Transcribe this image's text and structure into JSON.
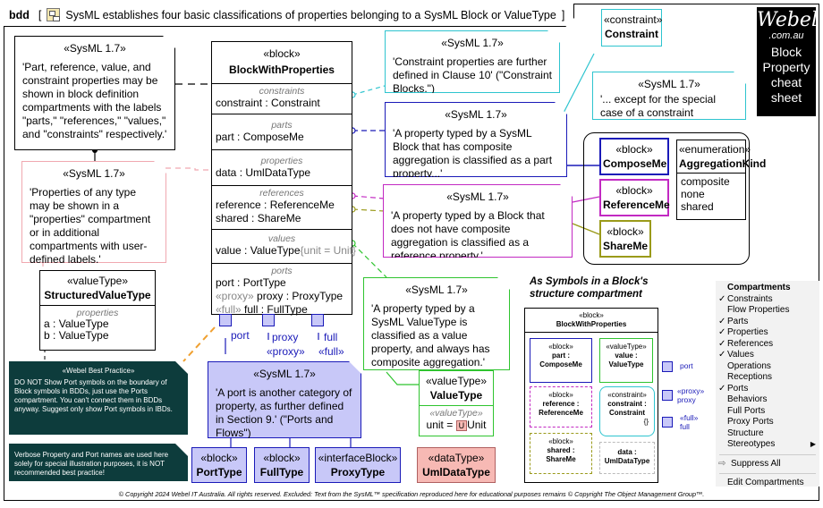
{
  "frame": {
    "kind": "bdd",
    "title": "SysML establishes four basic classifications of properties belonging to a SysML Block or ValueType"
  },
  "webel": {
    "logo": "Webel",
    "domain": ".com.au",
    "title_lines": [
      "Block",
      "Property",
      "cheat",
      "sheet"
    ]
  },
  "notes": {
    "n1": {
      "hdr": "«SysML 1.7»",
      "text": "'Part, reference, value, and constraint properties may be shown in block definition compartments with the labels \"parts,\" \"references,\" \"values,\" and \"constraints\" respectively.'"
    },
    "n2": {
      "hdr": "«SysML 1.7»",
      "text": "'Properties of any type may be shown in a \"properties\" compartment or in additional compartments with user-defined labels.'"
    },
    "n3": {
      "hdr": "«SysML 1.7»",
      "text": "'Constraint properties are further defined in Clause 10' (\"Constraint Blocks.\")"
    },
    "n4": {
      "hdr": "«SysML 1.7»",
      "text": "'... except for the special case of a constraint property.'"
    },
    "n5": {
      "hdr": "«SysML 1.7»",
      "text": "'A property typed by a SysML Block that has composite aggregation is classified as a part property...'"
    },
    "n6": {
      "hdr": "«SysML 1.7»",
      "text": "'A property typed by a Block that does not have composite aggregation is classified as a reference property.'"
    },
    "n7": {
      "hdr": "«SysML 1.7»",
      "text": "'A property typed by a SysML ValueType is classified as a value property, and always has composite aggregation.'"
    },
    "n8": {
      "hdr": "«SysML 1.7»",
      "text": "'A port is another category of property, as further defined in Section 9.' (\"Ports and Flows\")"
    },
    "bp1": {
      "hdr": "«Webel Best Practice»",
      "text": "DO NOT Show Port symbols on the boundary of Block symbols in BDDs, just use the Ports compartment. You can't connect them in BDDs anyway. Suggest only show Port symbols in IBDs."
    },
    "bp2": {
      "text": "Verbose Property and Port names are used here solely for special illustration purposes, it is NOT recommended best practice!"
    }
  },
  "main_block": {
    "stereo": "«block»",
    "name": "BlockWithProperties",
    "compartments": [
      {
        "title": "constraints",
        "rows": [
          {
            "name": "constraint",
            "type": "Constraint"
          }
        ]
      },
      {
        "title": "parts",
        "rows": [
          {
            "name": "part",
            "type": "ComposeMe"
          }
        ]
      },
      {
        "title": "properties",
        "rows": [
          {
            "name": "data",
            "type": "UmlDataType"
          }
        ]
      },
      {
        "title": "references",
        "rows": [
          {
            "name": "reference",
            "type": "ReferenceMe"
          },
          {
            "name": "shared",
            "type": "ShareMe"
          }
        ]
      },
      {
        "title": "values",
        "rows": [
          {
            "name": "value",
            "type": "ValueType",
            "extra": "{unit = Unit}"
          }
        ]
      },
      {
        "title": "ports",
        "rows": [
          {
            "pre": "",
            "name": "port",
            "type": "PortType"
          },
          {
            "pre": "«proxy»",
            "name": "proxy",
            "type": "ProxyType"
          },
          {
            "pre": "«full»",
            "name": "full",
            "type": "FullType"
          }
        ]
      }
    ],
    "port_labels": {
      "port": "port",
      "proxy": "proxy",
      "full": "full",
      "proxy_stereo": "«proxy»",
      "full_stereo": "«full»"
    }
  },
  "blocks": {
    "constraint": {
      "stereo": "«constraint»",
      "name": "Constraint"
    },
    "compose": {
      "stereo": "«block»",
      "name": "ComposeMe"
    },
    "reference": {
      "stereo": "«block»",
      "name": "ReferenceMe"
    },
    "share": {
      "stereo": "«block»",
      "name": "ShareMe"
    },
    "enum": {
      "stereo": "«enumeration»",
      "name": "AggregationKind",
      "literals": [
        "composite",
        "none",
        "shared"
      ]
    },
    "structured": {
      "stereo": "«valueType»",
      "name": "StructuredValueType",
      "ctitle": "properties",
      "rows": [
        {
          "name": "a",
          "type": "ValueType"
        },
        {
          "name": "b",
          "type": "ValueType"
        }
      ]
    },
    "valuetype": {
      "stereo": "«valueType»",
      "name": "ValueType",
      "ctitle": "«valueType»",
      "unit_label": "unit =",
      "unit_icon": "U",
      "unit_value": "Unit"
    },
    "porttype": {
      "stereo": "«block»",
      "name": "PortType"
    },
    "fulltype": {
      "stereo": "«block»",
      "name": "FullType"
    },
    "proxytype": {
      "stereo": "«interfaceBlock»",
      "name": "ProxyType"
    },
    "umldatatype": {
      "stereo": "«dataType»",
      "name": "UmlDataType"
    }
  },
  "symbols": {
    "heading_l1": "As Symbols in a Block's",
    "heading_l2": "structure compartment",
    "outer_stereo": "«block»",
    "outer_name": "BlockWithProperties",
    "part": {
      "stereo": "«block»",
      "l1": "part :",
      "l2": "ComposeMe"
    },
    "value": {
      "stereo": "«valueType»",
      "l1": "value :",
      "l2": "ValueType"
    },
    "reference": {
      "stereo": "«block»",
      "l1": "reference :",
      "l2": "ReferenceMe"
    },
    "constraint": {
      "stereo": "«constraint»",
      "l1": "constraint :",
      "l2": "Constraint",
      "l3": "{}"
    },
    "shared": {
      "stereo": "«block»",
      "l1": "shared :",
      "l2": "ShareMe"
    },
    "data": {
      "l1": "data :",
      "l2": "UmlDataType"
    },
    "ports": {
      "port": "port",
      "proxy_stereo": "«proxy»",
      "proxy": "proxy",
      "full_stereo": "«full»",
      "full": "full"
    }
  },
  "menu": {
    "header": "Compartments",
    "items": [
      {
        "label": "Constraints",
        "checked": "✓"
      },
      {
        "label": "Flow Properties",
        "checked": ""
      },
      {
        "label": "Parts",
        "checked": "✓"
      },
      {
        "label": "Properties",
        "checked": "✓"
      },
      {
        "label": "References",
        "checked": "✓"
      },
      {
        "label": "Values",
        "checked": "✓"
      },
      {
        "label": "Operations",
        "checked": ""
      },
      {
        "label": "Receptions",
        "checked": ""
      },
      {
        "label": "Ports",
        "checked": "✓"
      },
      {
        "label": "Behaviors",
        "checked": ""
      },
      {
        "label": "Full Ports",
        "checked": ""
      },
      {
        "label": "Proxy Ports",
        "checked": ""
      },
      {
        "label": "Structure",
        "checked": ""
      },
      {
        "label": "Stereotypes",
        "checked": ""
      }
    ],
    "submenu_arrow": "▶",
    "suppress_all": "Suppress All",
    "suppress_icon": "⇨",
    "edit": "Edit Compartments"
  },
  "footer": "© Copyright 2024 Webel IT Australia. All rights reserved. Excluded: Text from the SysML™ specification reproduced here for educational purposes remains © Copyright The Object Management Group™.",
  "colors": {
    "cyan": "#2ec4cf",
    "blue": "#1a1ab8",
    "magenta": "#c229c2",
    "green": "#2fc42f",
    "olive": "#9a9a1a",
    "pink": "#f0a8b0",
    "orange": "#f0a030",
    "lavender": "#c8c8f8"
  }
}
